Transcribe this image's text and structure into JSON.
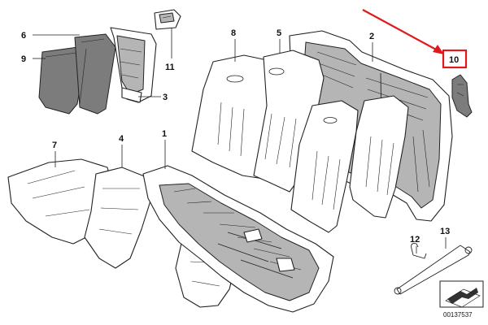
{
  "diagram": {
    "callouts": {
      "c1": "1",
      "c2": "2",
      "c3": "3",
      "c4": "4",
      "c5": "5",
      "c6": "6",
      "c7": "7",
      "c8": "8",
      "c9": "9",
      "c10": "10",
      "c11": "11",
      "c12": "12",
      "c13": "13"
    },
    "part_number": "00137537",
    "highlight_color": "#e0191c",
    "shading_color": "#7c7c7c"
  }
}
